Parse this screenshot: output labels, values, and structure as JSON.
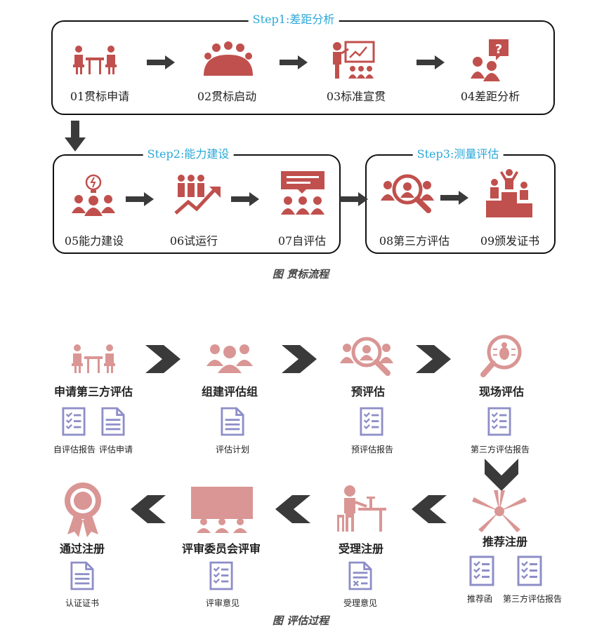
{
  "flow1": {
    "step1_title": "Step1:差距分析",
    "step2_title": "Step2:能力建设",
    "step3_title": "Step3:测量评估",
    "items": [
      "01贯标申请",
      "02贯标启动",
      "03标准宣贯",
      "04差距分析",
      "05能力建设",
      "06试运行",
      "07自评估",
      "08第三方评估",
      "09颁发证书"
    ],
    "caption": "图 贯标流程"
  },
  "flow2": {
    "stages": [
      "申请第三方评估",
      "组建评估组",
      "预评估",
      "现场评估",
      "推荐注册",
      "受理注册",
      "评审委员会评审",
      "通过注册"
    ],
    "docs": {
      "apply": [
        "自评估报告",
        "评估申请"
      ],
      "team": [
        "评估计划"
      ],
      "pre": [
        "预评估报告"
      ],
      "site": [
        "第三方评估报告"
      ],
      "recommend": [
        "推荐函",
        "第三方评估报告"
      ],
      "accept": [
        "受理意见"
      ],
      "review": [
        "评审意见"
      ],
      "pass": [
        "认证证书"
      ]
    },
    "caption": "图 评估过程"
  },
  "colors": {
    "icon_red": "#c0504d",
    "icon_pink": "#d99694",
    "doc_purple": "#8e8ec8",
    "step_blue": "#2aa7d8",
    "arrow": "#3a3a3a"
  }
}
